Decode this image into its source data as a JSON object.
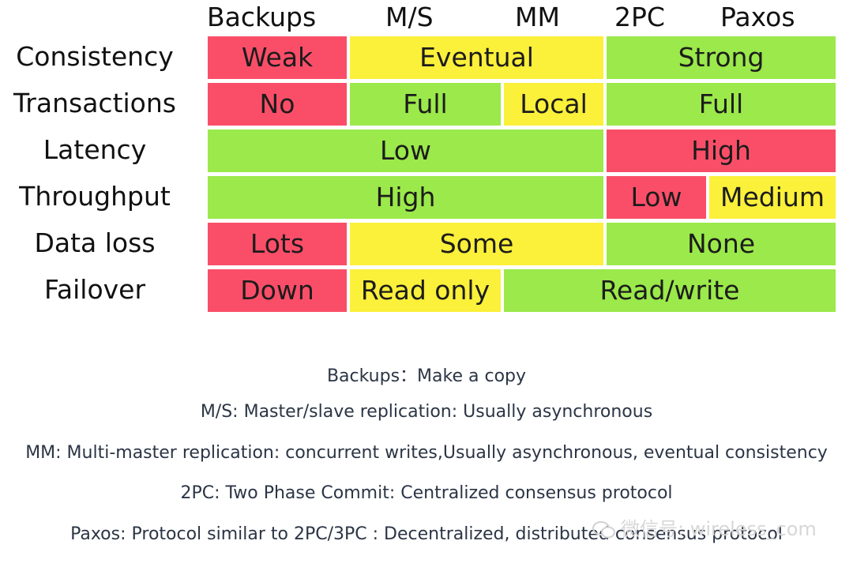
{
  "columns": [
    "Backups",
    "M/S",
    "MM",
    "2PC",
    "Paxos"
  ],
  "rows": [
    {
      "label": "Consistency",
      "cells": [
        "Weak",
        "Eventual",
        "Strong"
      ]
    },
    {
      "label": "Transactions",
      "cells": [
        "No",
        "Full",
        "Local",
        "Full"
      ]
    },
    {
      "label": "Latency",
      "cells": [
        "Low",
        "High"
      ]
    },
    {
      "label": "Throughput",
      "cells": [
        "High",
        "Low",
        "Medium"
      ]
    },
    {
      "label": "Data loss",
      "cells": [
        "Lots",
        "Some",
        "None"
      ]
    },
    {
      "label": "Failover",
      "cells": [
        "Down",
        "Read only",
        "Read/write"
      ]
    }
  ],
  "legend": [
    "Backups：Make a copy",
    "M/S: Master/slave replication: Usually asynchronous",
    "MM: Multi-master replication: concurrent writes,Usually asynchronous, eventual consistency",
    "2PC: Two Phase Commit: Centralized consensus protocol",
    "Paxos: Protocol similar to 2PC/3PC : Decentralized, distributed consensus protocol"
  ],
  "watermark": "微信号: wireless_com",
  "colors": {
    "red": "#fa4e68",
    "yellow": "#fbf03a",
    "green": "#9be94a"
  }
}
